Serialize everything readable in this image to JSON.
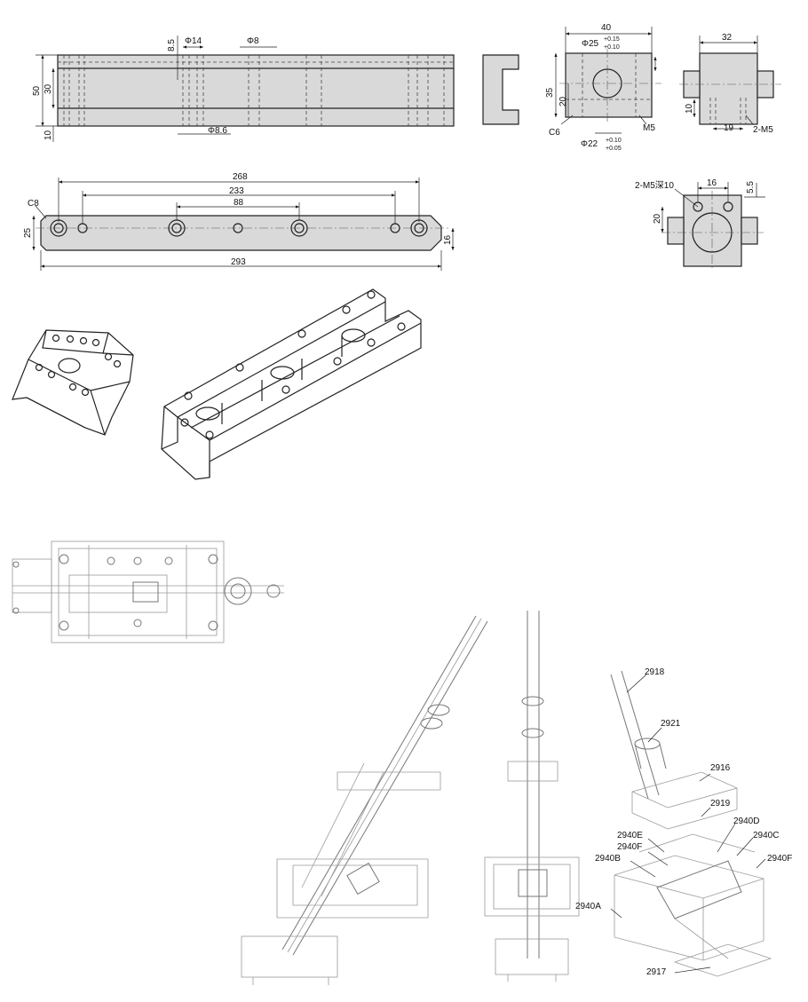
{
  "drawing1": {
    "dims": {
      "h50": "50",
      "h30": "30",
      "h10": "10",
      "d85": "8.5",
      "phi14": "Φ14",
      "phi8": "Φ8",
      "phi86": "Φ8.6"
    }
  },
  "drawing2": {
    "dims": {
      "w40": "40",
      "phi25": "Φ25",
      "tol25a": "+0.15",
      "tol25b": "+0.10",
      "h35": "35",
      "h20": "20",
      "c6": "C6",
      "m5": "M5",
      "phi22": "Φ22",
      "tol22a": "+0.10",
      "tol22b": "+0.05"
    }
  },
  "drawing3": {
    "dims": {
      "w32": "32",
      "h10": "10",
      "w19": "19",
      "m5x2": "2-M5"
    }
  },
  "drawing4": {
    "dims": {
      "l268": "268",
      "l233": "233",
      "l88": "88",
      "c8": "C8",
      "h25": "25",
      "h16": "16",
      "l293": "293"
    }
  },
  "drawing5": {
    "dims": {
      "m5deep": "2-M5深10",
      "w16": "16",
      "d55": "5.5",
      "h20": "20"
    }
  },
  "callouts": [
    "2918",
    "2921",
    "2916",
    "2919",
    "2940D",
    "2940C",
    "2940E",
    "2940F",
    "2940B",
    "2940F",
    "2940A",
    "2917"
  ]
}
